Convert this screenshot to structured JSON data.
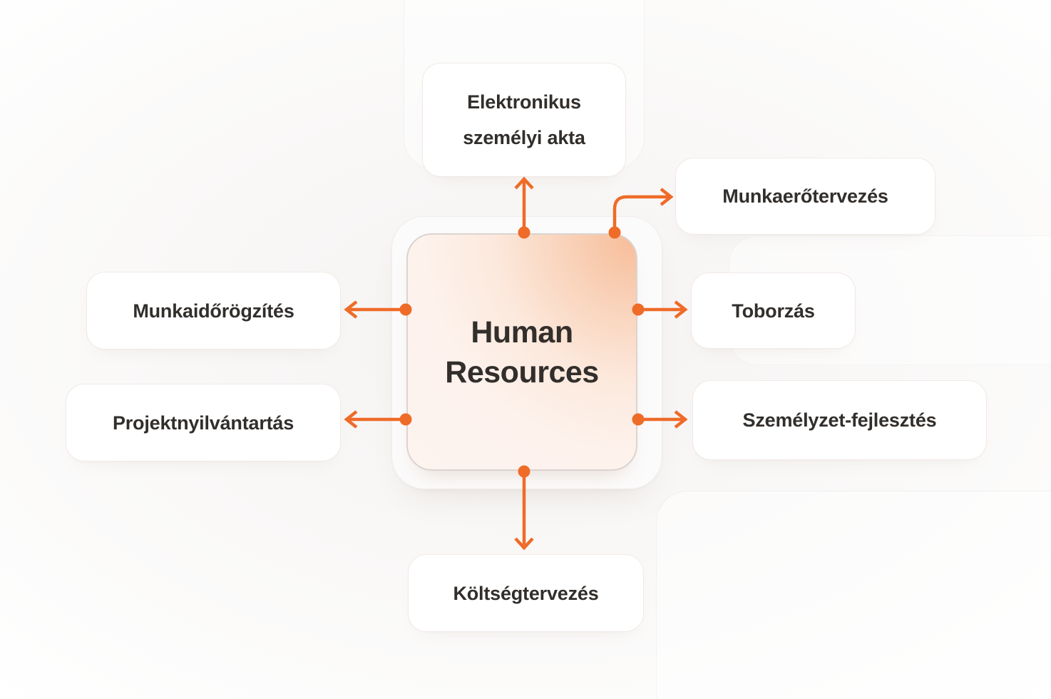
{
  "diagram_title": "Human Resources diagram",
  "center": {
    "label": "Human Resources"
  },
  "nodes": [
    {
      "id": "elektronikus-szemelyi-akta",
      "label": "Elektronikus személyi akta",
      "position": "top",
      "connection": "arrow-from-center-up"
    },
    {
      "id": "munkaerotervezes",
      "label": "Munkaerőtervezés",
      "position": "top-right",
      "connection": "elbow-arrow-from-center-top-to-right"
    },
    {
      "id": "toborzas",
      "label": "Toborzás",
      "position": "right",
      "connection": "arrow-from-center-right"
    },
    {
      "id": "szemelyzet-fejlesztes",
      "label": "Személyzet-fejlesztés",
      "position": "bottom-right",
      "connection": "arrow-from-center-right"
    },
    {
      "id": "koltsegtervezes",
      "label": "Költségtervezés",
      "position": "bottom",
      "connection": "arrow-from-center-down"
    },
    {
      "id": "projektnyilvantartas",
      "label": "Projektnyilvántartás",
      "position": "bottom-left",
      "connection": "arrow-from-center-left"
    },
    {
      "id": "munkaidorogzites",
      "label": "Munkaidőrögzítés",
      "position": "left",
      "connection": "arrow-from-center-left"
    }
  ],
  "colors": {
    "arrow": "#EF6B28",
    "text": "#322E2B",
    "node_background": "#FFFFFF",
    "node_border": "#F1EAE7",
    "center_gradient_peach": "#F7BC98",
    "center_gradient_light": "#FDF4F0",
    "center_border": "#DBD4D0",
    "page_background": "#FAF9F8"
  }
}
